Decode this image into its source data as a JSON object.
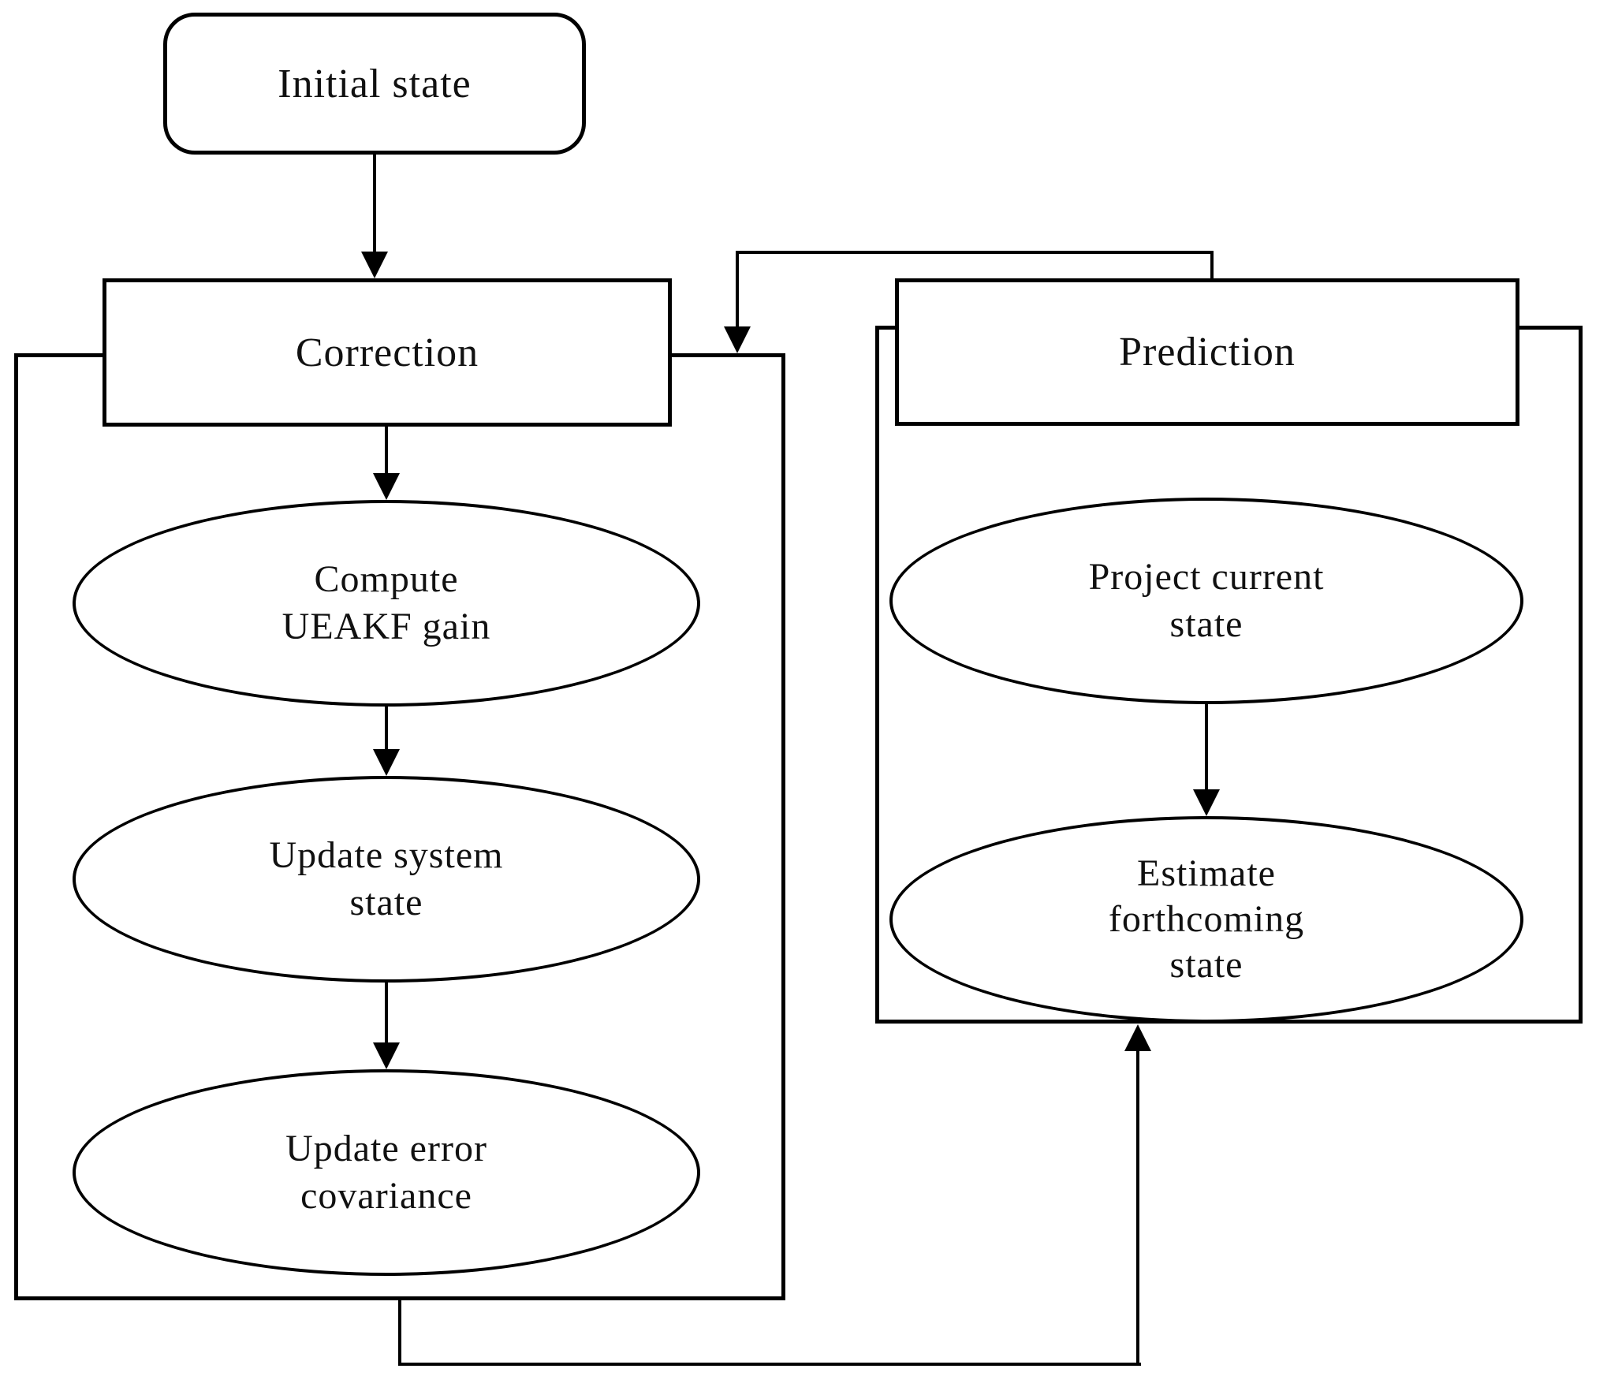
{
  "diagram": {
    "title": "UEAKF filter loop flowchart",
    "colors": {
      "background": "#ffffff",
      "line": "#000000",
      "text": "#111111"
    },
    "nodes": {
      "initial_state": {
        "shape": "rounded-rectangle",
        "label": "Initial state"
      },
      "correction": {
        "shape": "rectangle",
        "label": "Correction"
      },
      "prediction": {
        "shape": "rectangle",
        "label": "Prediction"
      },
      "compute_gain": {
        "shape": "ellipse",
        "label": "Compute UEAKF gain",
        "lines": [
          "Compute",
          "UEAKF gain"
        ]
      },
      "update_state": {
        "shape": "ellipse",
        "label": "Update system state",
        "lines": [
          "Update system",
          "state"
        ]
      },
      "update_covariance": {
        "shape": "ellipse",
        "label": "Update error covariance",
        "lines": [
          "Update error",
          "covariance"
        ]
      },
      "project_state": {
        "shape": "ellipse",
        "label": "Project current state",
        "lines": [
          "Project current",
          "state"
        ]
      },
      "estimate_state": {
        "shape": "ellipse",
        "label": "Estimate forthcoming state",
        "lines": [
          "Estimate",
          "forthcoming",
          "state"
        ]
      }
    },
    "edges": [
      {
        "from": "initial_state",
        "to": "correction",
        "direction": "down"
      },
      {
        "from": "correction",
        "to": "compute_gain",
        "direction": "down"
      },
      {
        "from": "compute_gain",
        "to": "update_state",
        "direction": "down"
      },
      {
        "from": "update_state",
        "to": "update_covariance",
        "direction": "down"
      },
      {
        "from": "project_state",
        "to": "estimate_state",
        "direction": "down"
      },
      {
        "from": "prediction",
        "to": "correction-group",
        "direction": "feedback-top-loop"
      },
      {
        "from": "correction-group",
        "to": "prediction-group",
        "direction": "feedback-bottom-loop"
      }
    ]
  }
}
